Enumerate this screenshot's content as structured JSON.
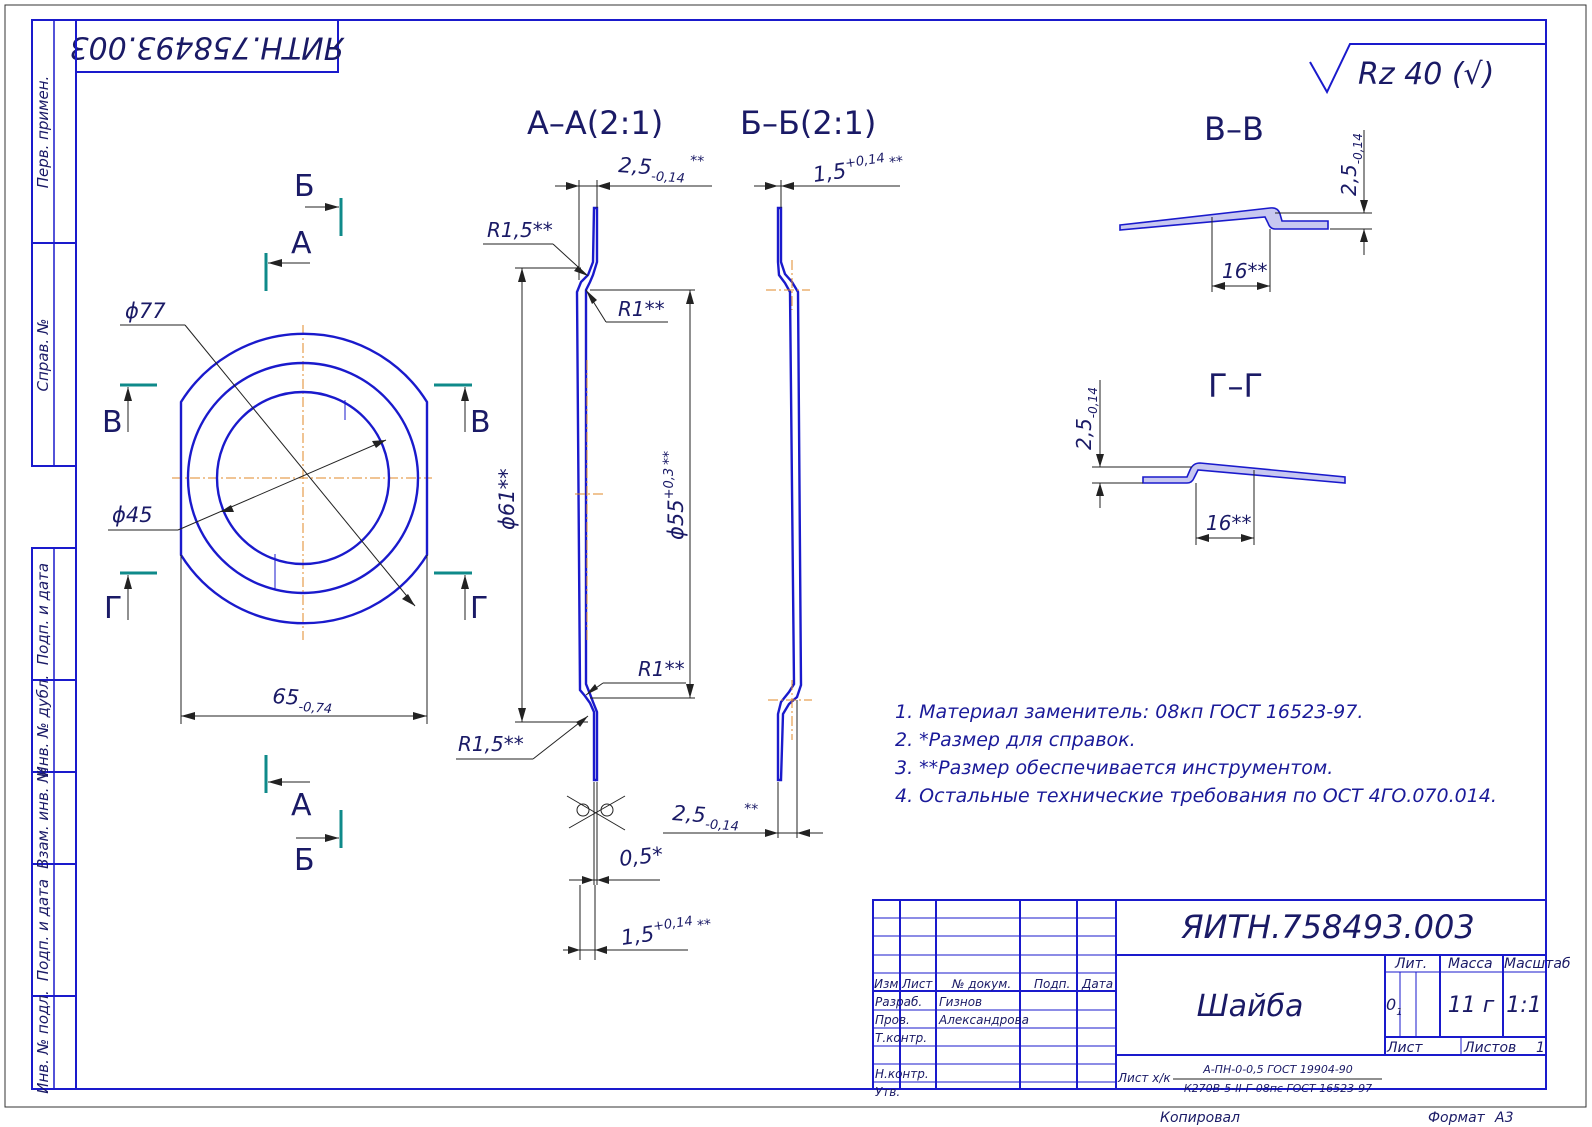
{
  "drawing": {
    "doc_number_top": "ЯИТН.758493.003",
    "roughness": "Rz 40 (√)",
    "view_labels": {
      "aa": "А–А(2:1)",
      "bb": "Б–Б(2:1)",
      "vv": "В–В",
      "gg": "Г–Г"
    },
    "section_letters": [
      "А",
      "Б",
      "В",
      "Г"
    ],
    "dimensions": {
      "d77": "ϕ77",
      "d45": "ϕ45",
      "w65": "65",
      "w65_tol": "-0,74",
      "d61": "ϕ61**",
      "d55": "ϕ55",
      "d55_tol": "+0,3",
      "d55_suffix": "**",
      "r15": "R1,5**",
      "r1": "R1**",
      "t25": "2,5",
      "t25_tol": "-0,14",
      "t25_suffix": "**",
      "t15": "1,5",
      "t15_tol": "+0,14",
      "t15_suffix": "**",
      "t05": "0,5*",
      "w16": "16**",
      "h25": "2,5",
      "h25_tol": "-0,14"
    },
    "notes": [
      "1. Материал заменитель: 08кп ГОСТ 16523-97.",
      "2.  *Размер для справок.",
      "3.  **Размер обеспечивается инструментом.",
      "4.  Остальные технические требования по ОСТ 4ГО.070.014."
    ],
    "left_strip": [
      "Перв. примен.",
      "Справ. №",
      "Подп. и дата",
      "Инв. № дубл.",
      "Взам. инв. №",
      "Подп. и дата",
      "Инв. № подл."
    ]
  },
  "title_block": {
    "doc_number": "ЯИТН.758493.003",
    "name": "Шайба",
    "col_headers": [
      "Изм",
      "Лист",
      "№ докум.",
      "Подп.",
      "Дата"
    ],
    "roles": [
      {
        "role": "Разраб.",
        "name": "Гизнов"
      },
      {
        "role": "Пров.",
        "name": "Александрова"
      },
      {
        "role": "Т.контр.",
        "name": ""
      },
      {
        "role": "Н.контр.",
        "name": ""
      },
      {
        "role": "Утв.",
        "name": ""
      }
    ],
    "lit_label": "Лит.",
    "mass_label": "Масса",
    "scale_label": "Масштаб",
    "lit_value": "0",
    "lit_sub": "1",
    "mass_value": "11 г",
    "scale_value": "1:1",
    "sheet_label": "Лист",
    "sheets_label": "Листов",
    "sheets_value": "1",
    "material_prefix": "Лист х/к",
    "material_line1": "А-ПН-0-0,5 ГОСТ 19904-90",
    "material_line2": "К270В-5-II-Г-08пс ГОСТ 16523-97",
    "copied": "Копировал",
    "format_label": "Формат",
    "format_value": "А3"
  }
}
